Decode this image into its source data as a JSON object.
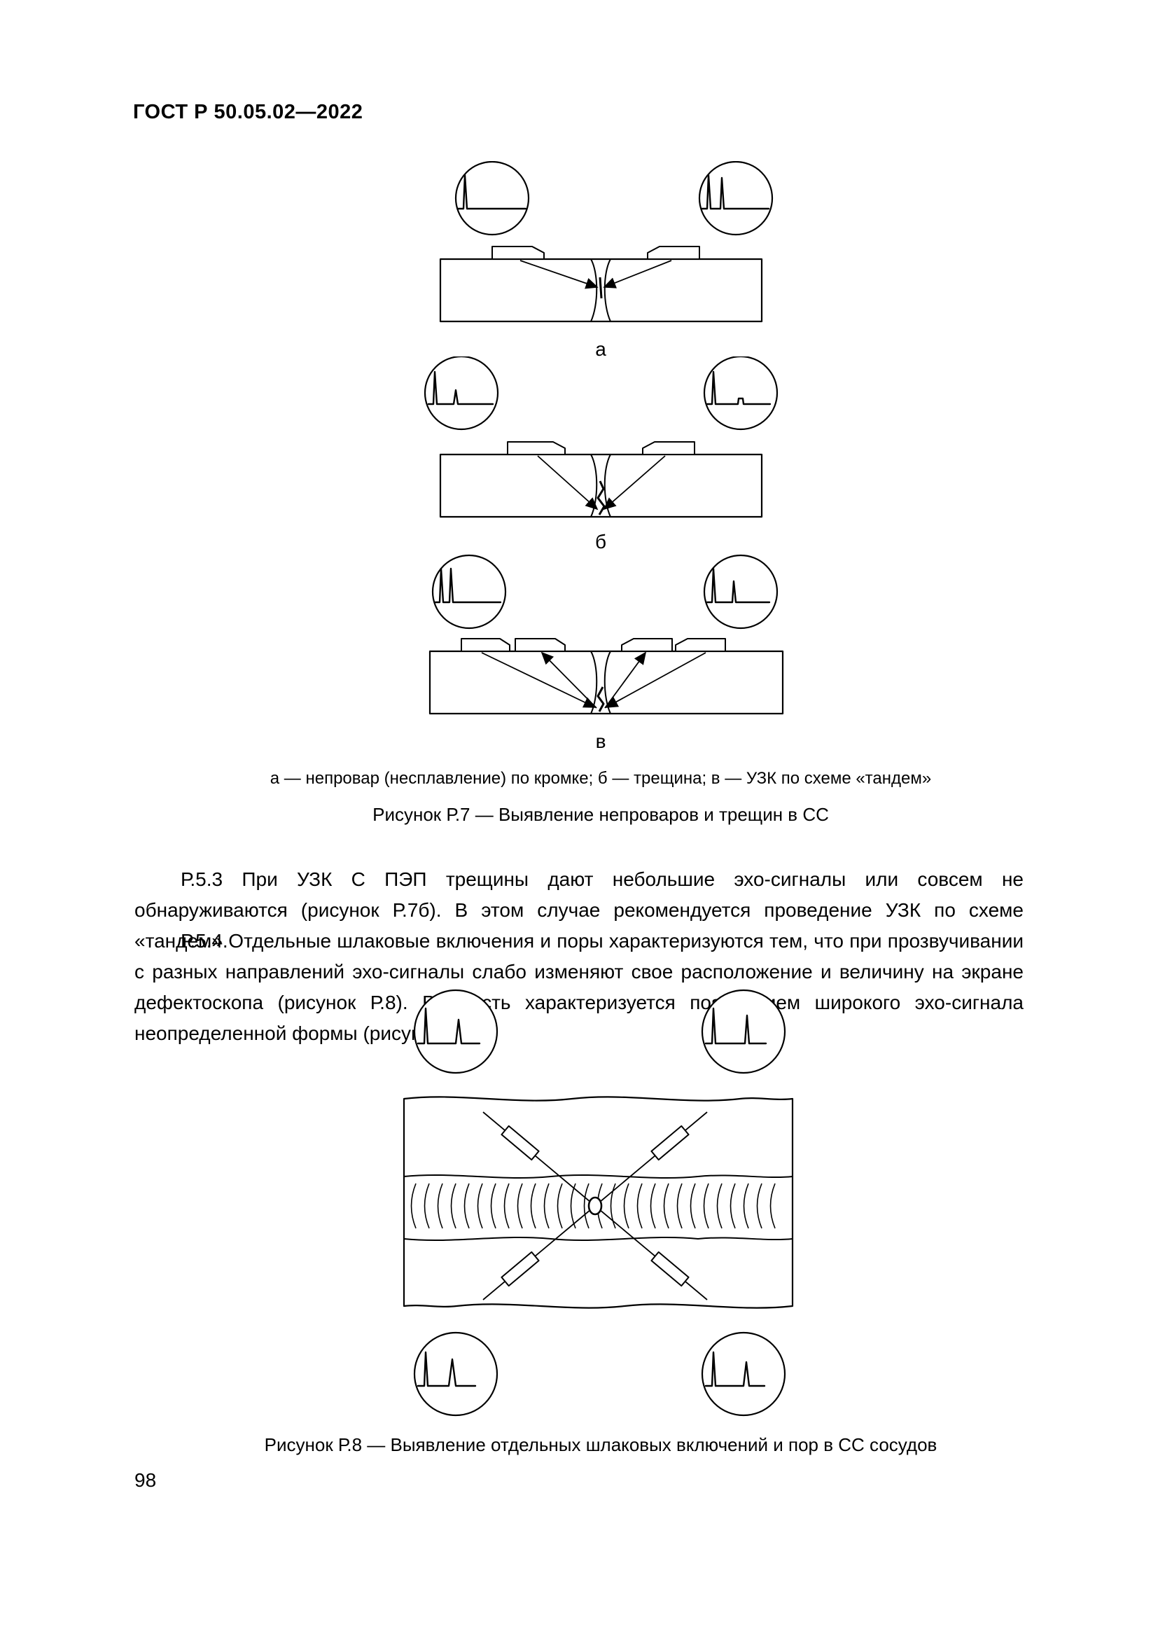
{
  "header": {
    "title": "ГОСТ Р 50.05.02—2022"
  },
  "figure_r7": {
    "label_a": "а",
    "label_b": "б",
    "label_v": "в",
    "legend": "а — непровар (несплавление) по кромке; б — трещина; в — УЗК по схеме «тандем»",
    "title": "Рисунок Р.7 — Выявление непроваров и трещин в СС"
  },
  "text": {
    "p_5_3": "Р.5.3 При УЗК С ПЭП трещины дают небольшие эхо-сигналы или совсем не обнаруживаются (рисунок Р.7б). В этом случае рекомендуется проведение УЗК по схеме «тандем».",
    "p_5_4": "Р.5.4 Отдельные шлаковые включения и поры характеризуются тем, что при прозвучивании с разных направлений эхо-сигналы слабо изменяют свое расположение и величину на экране дефектоскопа (рисунок Р.8). Рыхлость характеризуется появлением широкого эхо-сигнала неопределенной формы (рисунок Р.9)."
  },
  "figure_r8": {
    "title": "Рисунок Р.8 — Выявление отдельных шлаковых включений и пор в СС сосудов"
  },
  "footer": {
    "page_number": "98"
  }
}
